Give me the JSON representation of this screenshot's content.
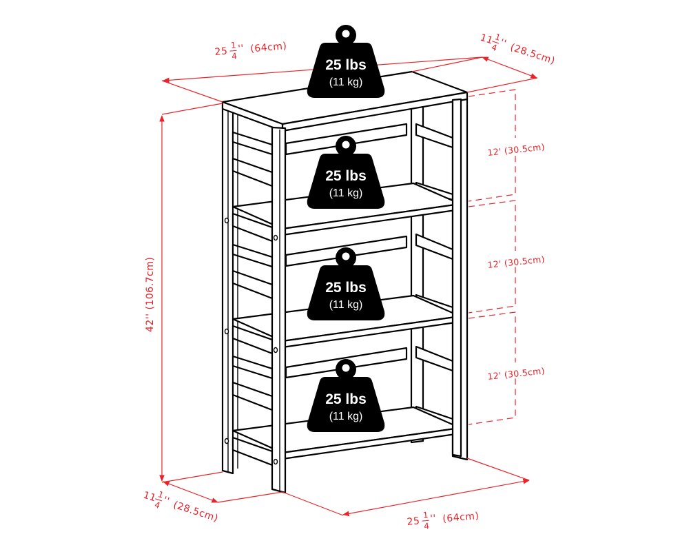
{
  "diagram": {
    "subject": "4-tier bookshelf dimension diagram",
    "colors": {
      "dimension_red": "#e8232a",
      "outline": "#000000",
      "weight_fill": "#000000",
      "weight_text": "#ffffff",
      "background": "#ffffff"
    },
    "dimensions": {
      "top_width": {
        "whole": "25",
        "frac_num": "1",
        "frac_den": "4",
        "unit": "''",
        "metric": "(64cm)"
      },
      "top_depth": {
        "whole": "11",
        "frac_num": "1",
        "frac_den": "4",
        "unit": "''",
        "metric": "(28.5cm)"
      },
      "height": {
        "label": "42'' (106.7cm)"
      },
      "bottom_depth": {
        "whole": "11",
        "frac_num": "1",
        "frac_den": "4",
        "unit": "''",
        "metric": "(28.5cm)"
      },
      "bottom_width": {
        "whole": "25",
        "frac_num": "1",
        "frac_den": "4",
        "unit": "''",
        "metric": "(64cm)"
      },
      "shelf_spacing": [
        {
          "label": "12' (30.5cm)"
        },
        {
          "label": "12' (30.5cm)"
        },
        {
          "label": "12' (30.5cm)"
        }
      ]
    },
    "weights": [
      {
        "position": "top",
        "lbs": "25 lbs",
        "kg": "(11 kg)"
      },
      {
        "position": "shelf-2",
        "lbs": "25 lbs",
        "kg": "(11 kg)"
      },
      {
        "position": "shelf-3",
        "lbs": "25 lbs",
        "kg": "(11 kg)"
      },
      {
        "position": "shelf-4",
        "lbs": "25 lbs",
        "kg": "(11 kg)"
      }
    ]
  }
}
